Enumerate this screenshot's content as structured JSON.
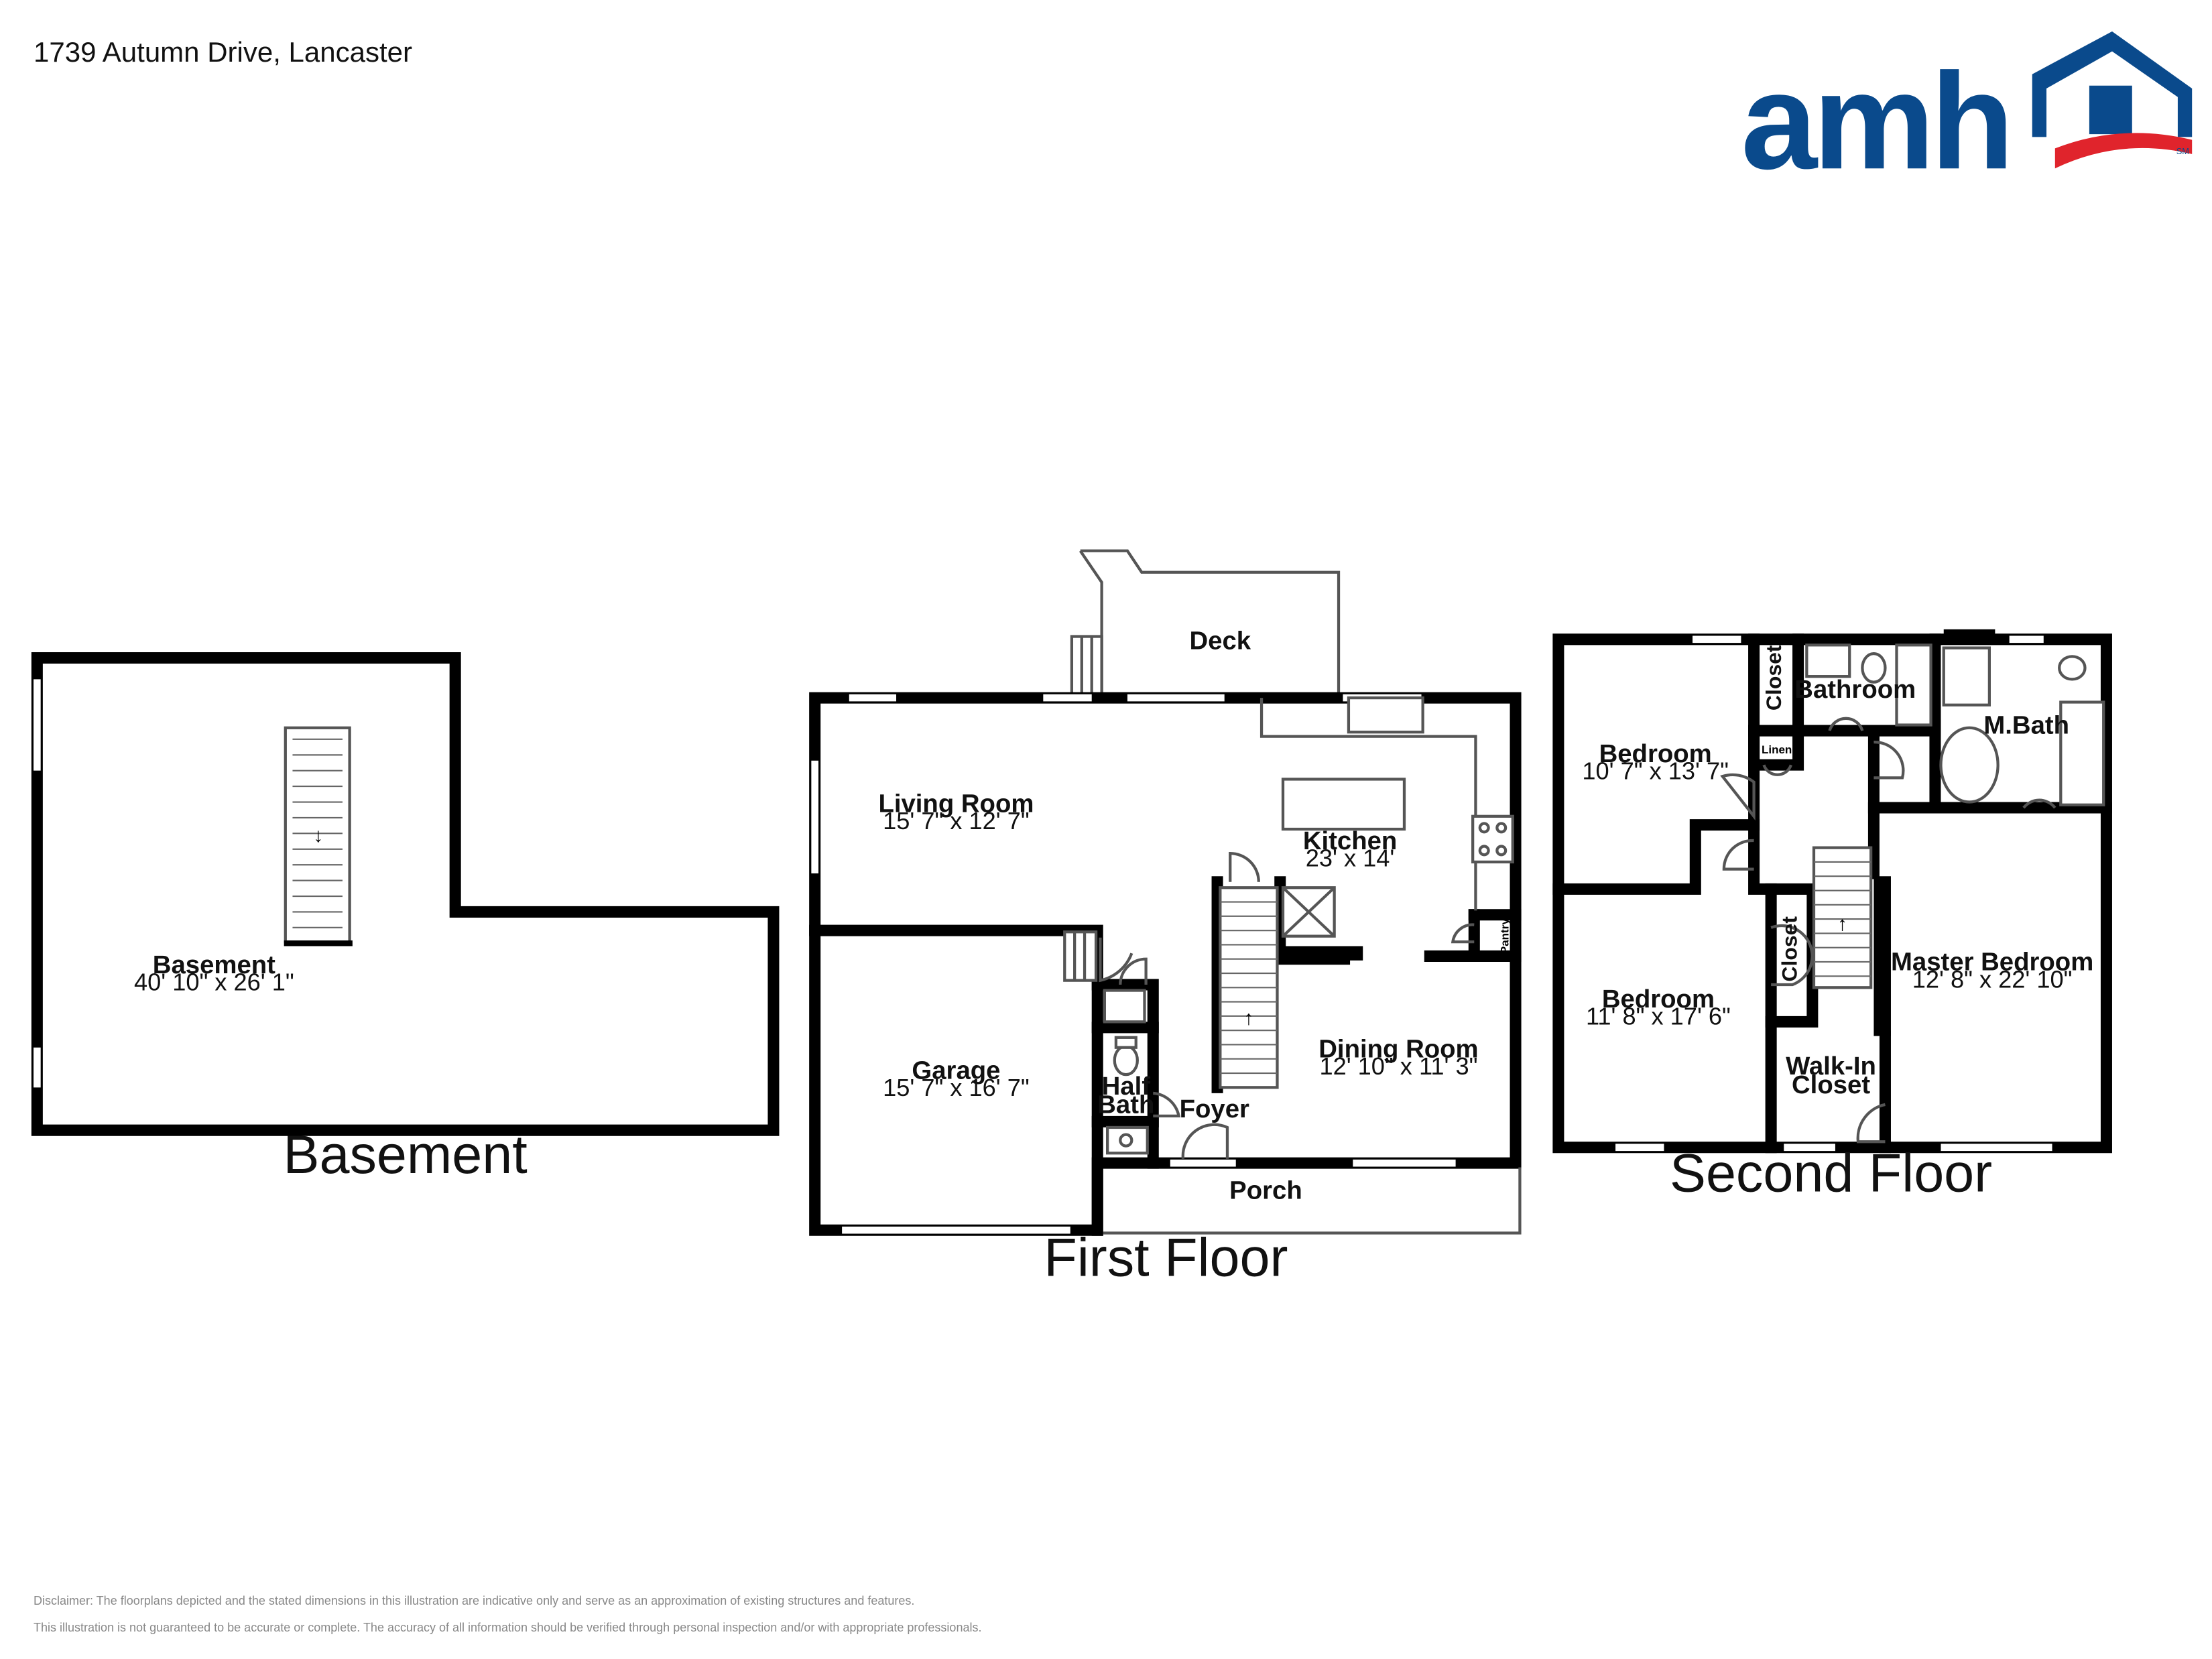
{
  "header": {
    "address": "1739 Autumn Drive, Lancaster"
  },
  "logo": {
    "text": "amh",
    "mark": "SM",
    "colors": {
      "blue": "#0a4a8c",
      "red": "#e0242c"
    }
  },
  "floors": {
    "basement": {
      "title": "Basement",
      "rooms": [
        {
          "name": "Basement",
          "dims": "40' 10\" x 26' 1\""
        }
      ]
    },
    "first": {
      "title": "First Floor",
      "rooms": {
        "deck": {
          "name": "Deck"
        },
        "living": {
          "name": "Living Room",
          "dims": "15' 7\" x 12' 7\""
        },
        "kitchen": {
          "name": "Kitchen",
          "dims": "23' x 14'"
        },
        "pantry": {
          "name": "Pantry"
        },
        "garage": {
          "name": "Garage",
          "dims": "15' 7\" x 16' 7\""
        },
        "half_bath_1": {
          "name": "Half"
        },
        "half_bath_2": {
          "name": "Bath"
        },
        "foyer": {
          "name": "Foyer"
        },
        "dining": {
          "name": "Dining Room",
          "dims": "12' 10\" x 11' 3\""
        },
        "porch": {
          "name": "Porch"
        }
      }
    },
    "second": {
      "title": "Second Floor",
      "rooms": {
        "bedroom1": {
          "name": "Bedroom",
          "dims": "10' 7\" x 13' 7\""
        },
        "closet1": {
          "name": "Closet"
        },
        "bathroom": {
          "name": "Bathroom"
        },
        "mbath": {
          "name": "M.Bath"
        },
        "linen": {
          "name": "Linen"
        },
        "bedroom2": {
          "name": "Bedroom",
          "dims": "11' 8\" x 17' 6\""
        },
        "closet2": {
          "name": "Closet"
        },
        "walkin_1": {
          "name": "Walk-In"
        },
        "walkin_2": {
          "name": "Closet"
        },
        "master": {
          "name": "Master Bedroom",
          "dims": "12' 8\" x 22' 10\""
        }
      }
    }
  },
  "footer": {
    "line1": "Disclaimer: The floorplans depicted and the stated dimensions in this illustration are indicative only and serve as an approximation of existing structures and features.",
    "line2": "This illustration is not guaranteed to be accurate or complete. The accuracy of all information should be verified through personal inspection and/or with appropriate professionals."
  }
}
